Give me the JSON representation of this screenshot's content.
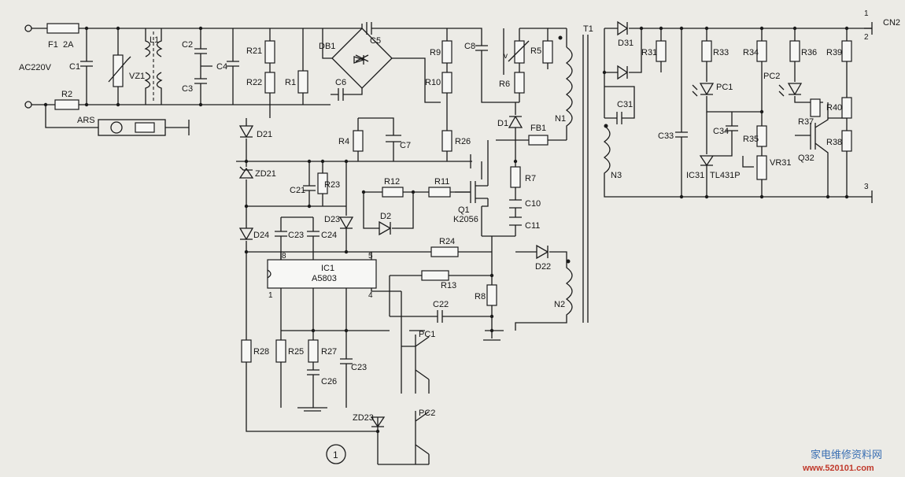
{
  "labels": {
    "ac": "AC220V",
    "f1": "F1",
    "f1v": "2A",
    "c1": "C1",
    "r2": "R2",
    "ars": "ARS",
    "vz1": "VZ1",
    "l1": "L1",
    "c2": "C2",
    "c3": "C3",
    "c4": "C4",
    "r21": "R21",
    "r22": "R22",
    "r1": "R1",
    "db1": "DB1",
    "c5": "C5",
    "c6": "C6",
    "r4": "R4",
    "c7": "C7",
    "r9": "R9",
    "r10": "R10",
    "r26": "R26",
    "c8": "C8",
    "r5": "R5",
    "r6": "R6",
    "t1": "T1",
    "d1": "D1",
    "fb1": "FB1",
    "n1": "N1",
    "r7": "R7",
    "c10": "C10",
    "c11": "C11",
    "r12": "R12",
    "r11": "R11",
    "q1": "Q1",
    "q1p": "K2056",
    "d2": "D2",
    "d21": "D21",
    "zd21": "ZD21",
    "c21": "C21",
    "r23": "R23",
    "d23": "D23",
    "d24": "D24",
    "c23": "C23",
    "c24": "C24",
    "ic1": "IC1",
    "ic1p": "A5803",
    "pin8": "8",
    "pin1": "1",
    "pin5": "5",
    "pin4": "4",
    "r24": "R24",
    "r13": "R13",
    "r8": "R8",
    "d22": "D22",
    "n2": "N2",
    "c22": "C22",
    "r28": "R28",
    "r25": "R25",
    "r27": "R27",
    "c23b": "C23",
    "c26": "C26",
    "pc1a": "PC1",
    "pc2a": "PC2",
    "zd23": "ZD23",
    "circ": "1",
    "d31": "D31",
    "r31": "R31",
    "c31": "C31",
    "n3": "N3",
    "r33": "R33",
    "pc1b": "PC1",
    "c33": "C33",
    "c34": "C34",
    "ic31": "IC31",
    "tl431": "TL431P",
    "r34": "R34",
    "r35": "R35",
    "vr31": "VR31",
    "r36": "R36",
    "pc2b": "PC2",
    "r37": "R37",
    "q32": "Q32",
    "r39": "R39",
    "r40": "R40",
    "r38": "R38",
    "cn2": "CN2",
    "p1": "1",
    "p2": "2",
    "p3": "3"
  },
  "watermark": {
    "text": "家电维修资料网",
    "url": "www.520101.com"
  }
}
